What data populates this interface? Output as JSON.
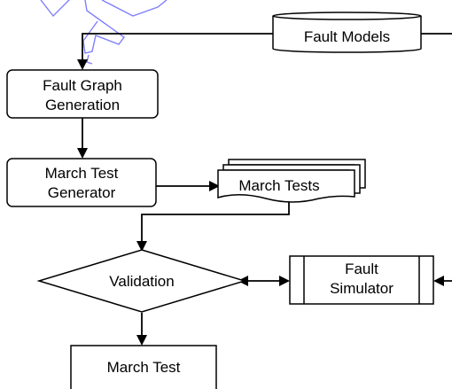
{
  "diagram": {
    "nodes": {
      "fault_models": {
        "label": "Fault Models",
        "shape": "cylinder"
      },
      "fault_graph_generation": {
        "lines": [
          "Fault Graph",
          "Generation"
        ],
        "shape": "rounded-rectangle"
      },
      "march_test_generator": {
        "lines": [
          "March Test",
          "Generator"
        ],
        "shape": "rounded-rectangle"
      },
      "march_tests": {
        "label": "March Tests",
        "shape": "multi-document"
      },
      "validation": {
        "label": "Validation",
        "shape": "diamond"
      },
      "fault_simulator": {
        "lines": [
          "Fault",
          "Simulator"
        ],
        "shape": "predefined-process"
      },
      "march_test": {
        "label": "March Test",
        "shape": "rectangle"
      }
    },
    "edges": [
      {
        "from": "fault_models",
        "to": "fault_graph_generation",
        "type": "arrow"
      },
      {
        "from": "fault_graph_generation",
        "to": "march_test_generator",
        "type": "arrow"
      },
      {
        "from": "march_test_generator",
        "to": "march_tests",
        "type": "arrow"
      },
      {
        "from": "march_tests",
        "to": "validation",
        "type": "arrow"
      },
      {
        "from": "validation",
        "to": "fault_simulator",
        "type": "double-arrow"
      },
      {
        "from": "validation",
        "to": "march_test",
        "type": "arrow"
      }
    ],
    "decoration": {
      "icon": "airplane-sketch-icon",
      "color": "#7f7fff"
    }
  }
}
